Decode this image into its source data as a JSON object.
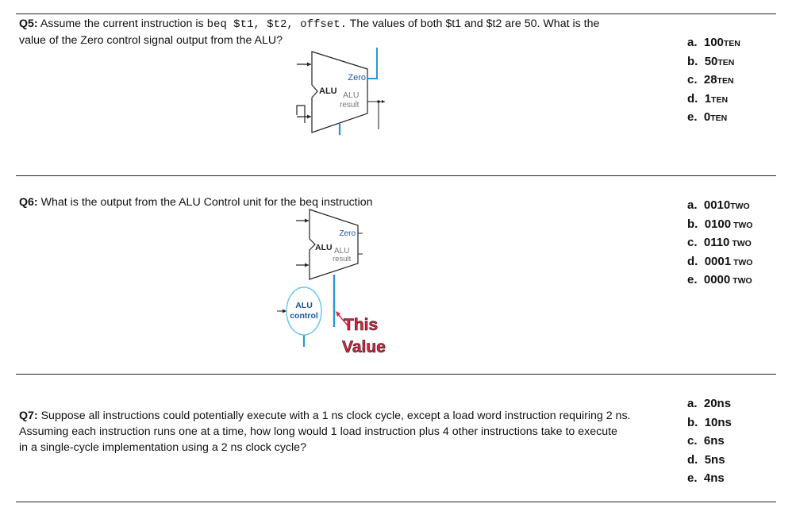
{
  "q5": {
    "label": "Q5:",
    "text_before": " Assume the current instruction is ",
    "code": "beq $t1, $t2, offset.",
    "text_line1_rest": " The values of both $t1 and $t2 are 50.  What is the",
    "text_line2": "value of the Zero control signal output from the ALU?",
    "diagram": {
      "zero": "Zero",
      "alu": "ALU",
      "alu_small": "ALU",
      "result": "result"
    },
    "answers": [
      {
        "letter": "a.",
        "value": "100",
        "sub": "TEN"
      },
      {
        "letter": "b.",
        "value": "50",
        "sub": "TEN"
      },
      {
        "letter": "c.",
        "value": "28",
        "sub": "TEN"
      },
      {
        "letter": "d.",
        "value": "1",
        "sub": "TEN"
      },
      {
        "letter": "e.",
        "value": "0",
        "sub": "TEN"
      }
    ]
  },
  "q6": {
    "label": "Q6:",
    "text": " What is the output from the ALU Control unit for the beq instruction",
    "diagram": {
      "zero": "Zero",
      "alu": "ALU",
      "alu_small": "ALU",
      "result": "result",
      "control_line1": "ALU",
      "control_line2": "control",
      "callout_line1": "This",
      "callout_line2": "Value"
    },
    "answers": [
      {
        "letter": "a.",
        "value": "0010",
        "sub": "TWO"
      },
      {
        "letter": "b.",
        "value": "0100",
        "sub": " TWO"
      },
      {
        "letter": "c.",
        "value": "0110",
        "sub": " TWO"
      },
      {
        "letter": "d.",
        "value": "0001",
        "sub": " TWO"
      },
      {
        "letter": "e.",
        "value": "0000",
        "sub": " TWO"
      }
    ]
  },
  "q7": {
    "label": "Q7:",
    "line1": " Suppose all instructions could potentially execute with a 1 ns clock cycle, except a load word instruction requiring 2 ns.",
    "line2": "Assuming each instruction runs one at a time, how long would 1 load instruction plus 4 other instructions take to execute",
    "line3": "in a single-cycle implementation using a 2 ns clock cycle?",
    "answers": [
      {
        "letter": "a.",
        "value": "20ns"
      },
      {
        "letter": "b.",
        "value": "10ns"
      },
      {
        "letter": "c.",
        "value": "6ns"
      },
      {
        "letter": "d.",
        "value": "5ns"
      },
      {
        "letter": "e.",
        "value": "4ns"
      }
    ]
  },
  "colors": {
    "wire_blue": "#2b95d6",
    "control_circle": "#6ec6ec",
    "callout_red": "#e0223a",
    "rule": "#222222"
  }
}
